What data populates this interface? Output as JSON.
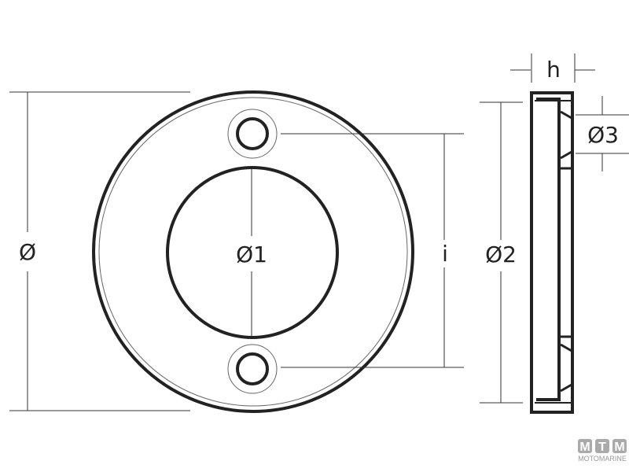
{
  "labels": {
    "outer_diameter": "Ø",
    "bore_diameter": "Ø1",
    "hole_spacing": "i",
    "side_diameter": "Ø2",
    "hole_diameter": "Ø3",
    "height": "h"
  },
  "logo": {
    "letters": [
      "M",
      "T",
      "M"
    ],
    "name": "MOTOMARINE"
  }
}
